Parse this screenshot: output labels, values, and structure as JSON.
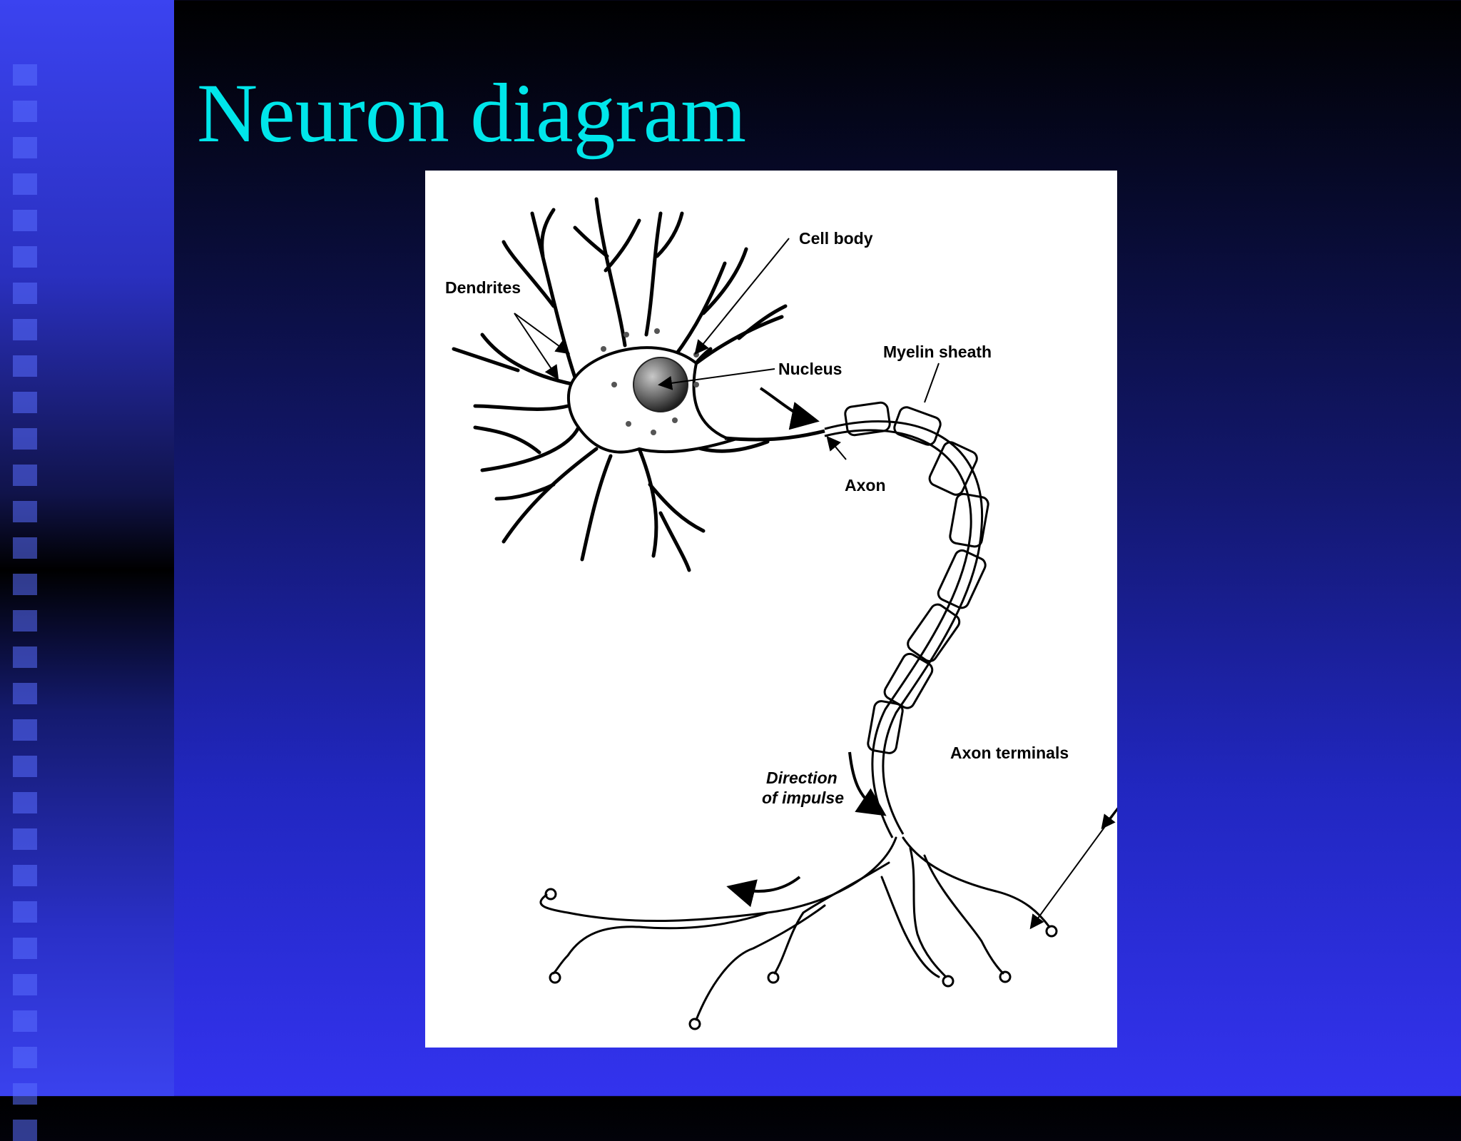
{
  "slide": {
    "title": "Neuron diagram"
  },
  "diagram": {
    "labels": {
      "cell_body": "Cell body",
      "dendrites": "Dendrites",
      "nucleus": "Nucleus",
      "myelin_sheath": "Myelin sheath",
      "axon": "Axon",
      "axon_terminals": "Axon terminals",
      "direction_line1": "Direction",
      "direction_line2": "of impulse"
    }
  }
}
